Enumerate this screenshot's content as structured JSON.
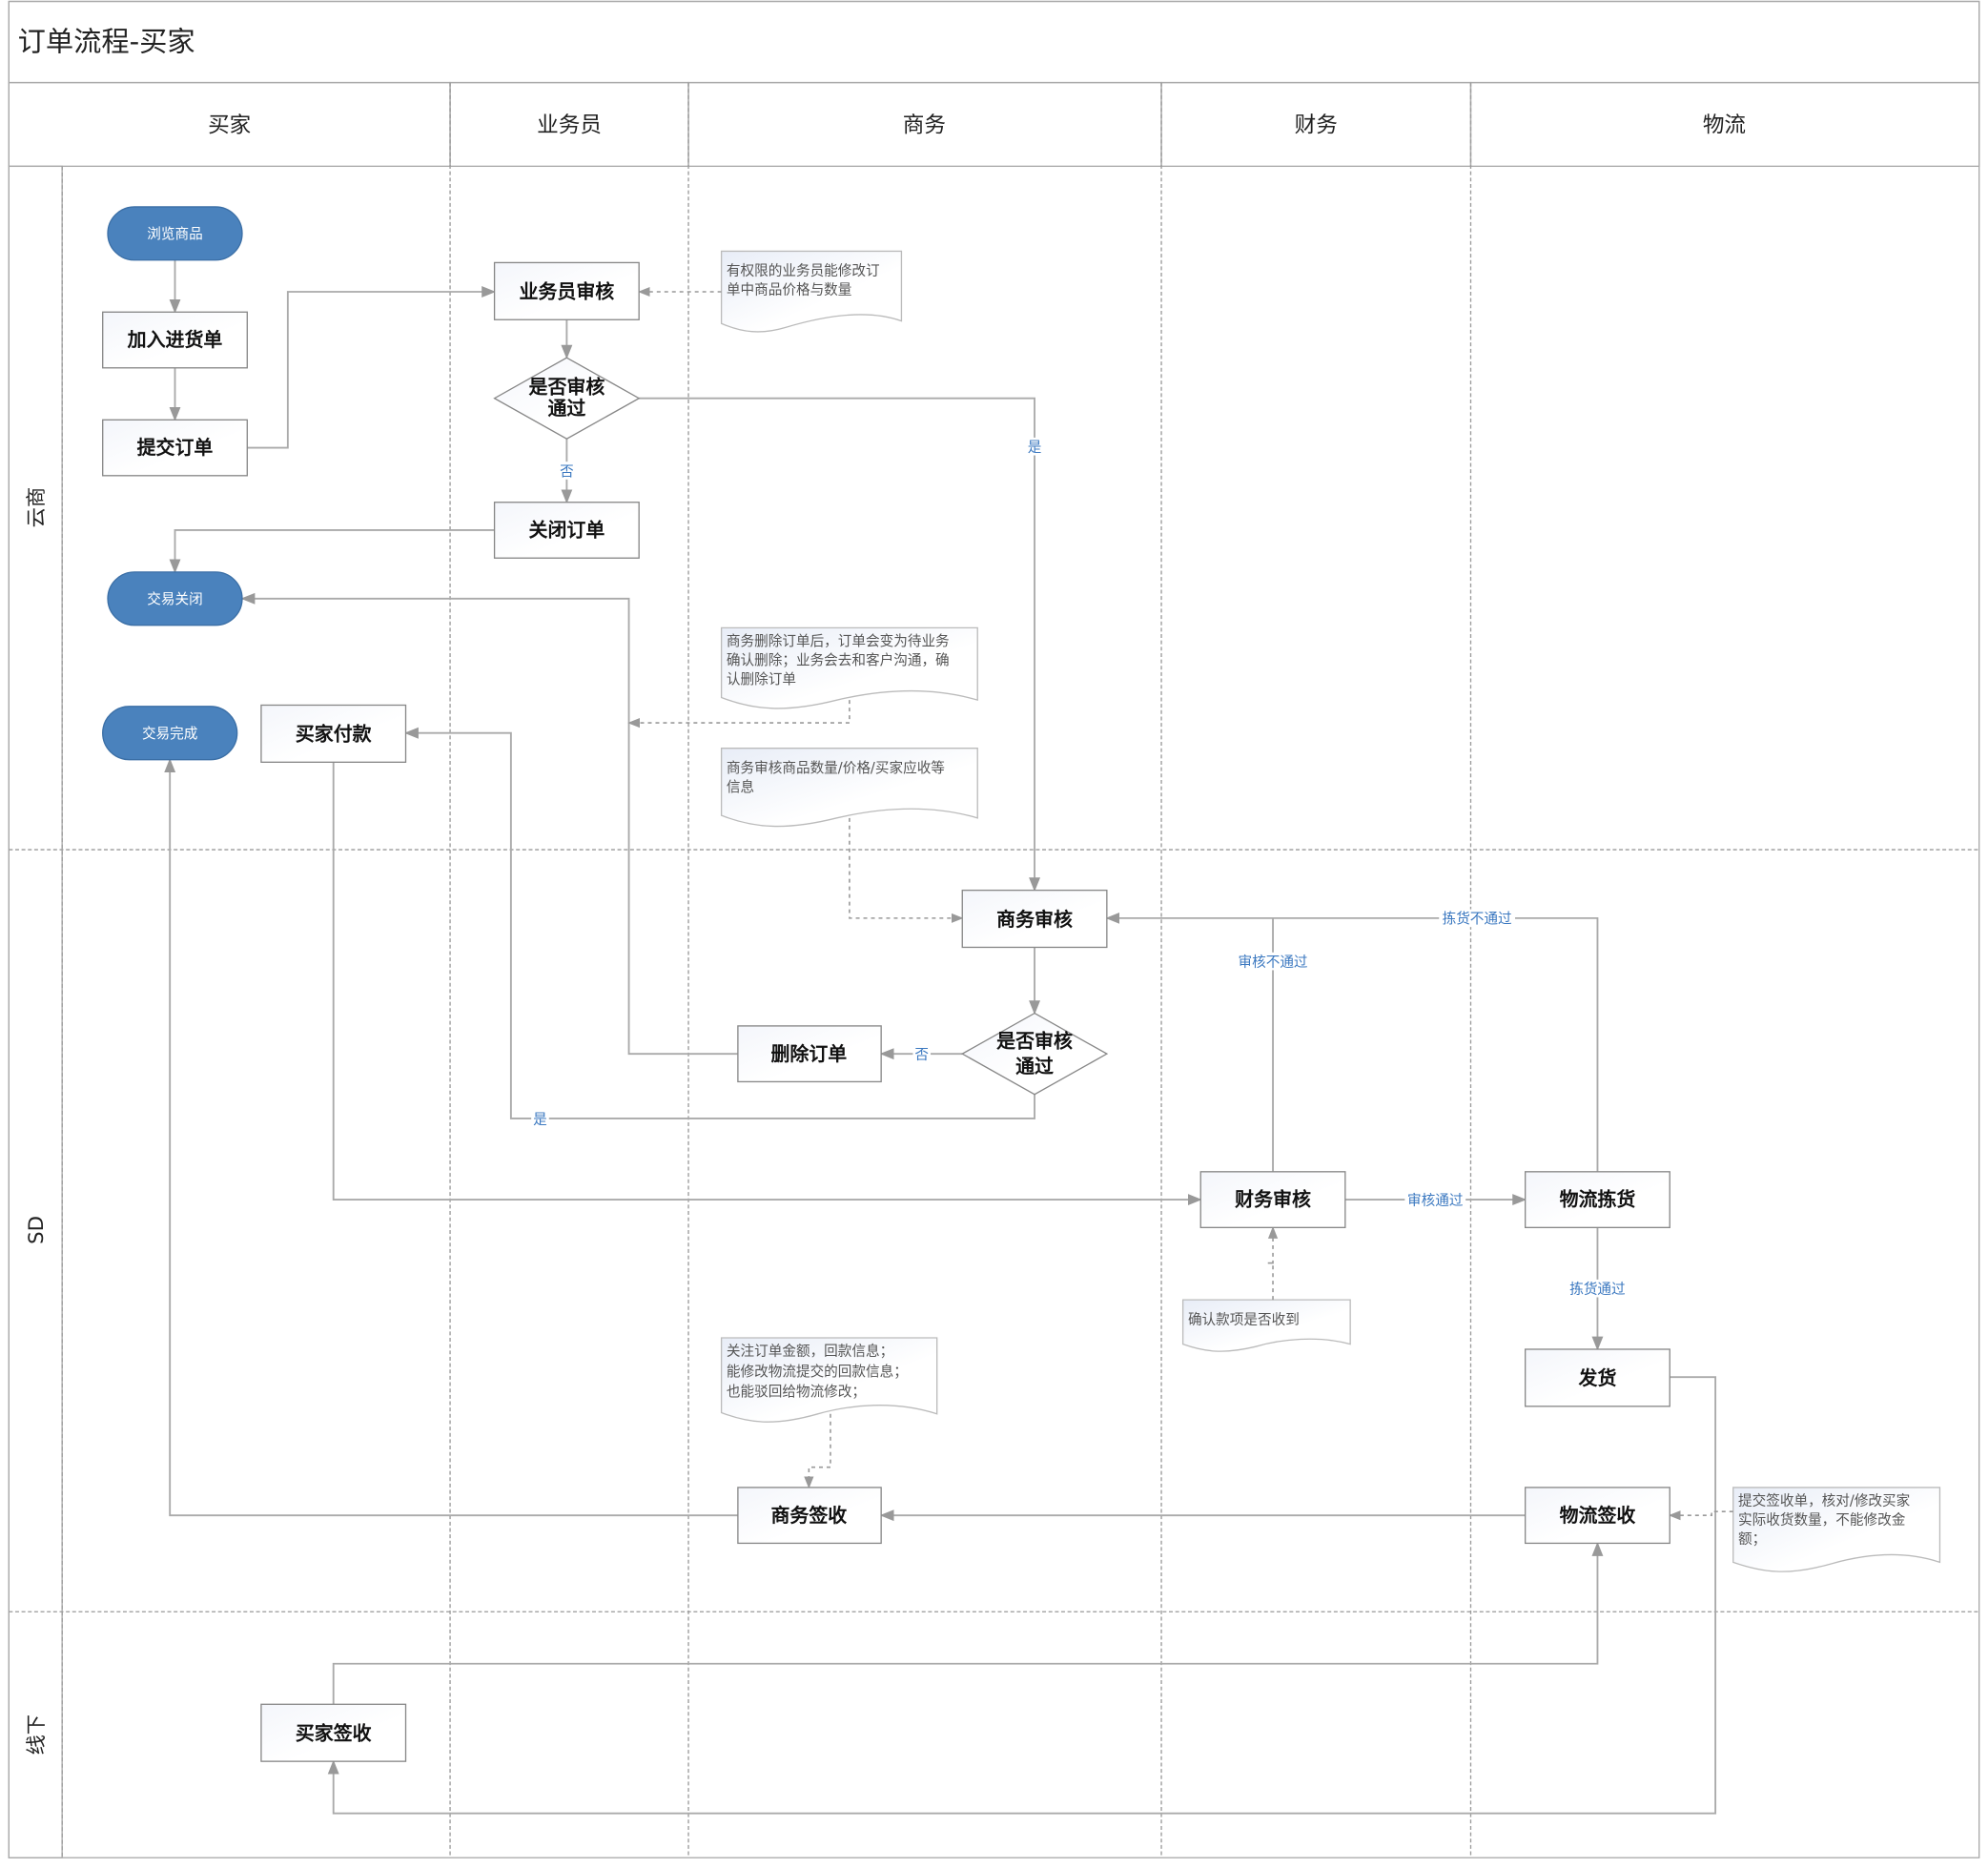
{
  "title": "订单流程-买家",
  "columns": [
    "买家",
    "业务员",
    "商务",
    "财务",
    "物流"
  ],
  "lanes": [
    "云商",
    "SD",
    "线下"
  ],
  "nodes": {
    "browse": "浏览商品",
    "add_cart": "加入进货单",
    "submit_order": "提交订单",
    "sales_review": "业务员审核",
    "decision1": [
      "是否审核",
      "通过"
    ],
    "close_order": "关闭订单",
    "trade_closed": "交易关闭",
    "trade_done": "交易完成",
    "buyer_pay": "买家付款",
    "biz_review": "商务审核",
    "decision2": [
      "是否审核",
      "通过"
    ],
    "delete_order": "删除订单",
    "finance_review": "财务审核",
    "picking": "物流拣货",
    "ship": "发货",
    "logistics_sign": "物流签收",
    "biz_sign": "商务签收",
    "buyer_sign": "买家签收"
  },
  "edge_labels": {
    "no1": "否",
    "yes1": "是",
    "no2": "否",
    "yes2": "是",
    "review_fail": "审核不通过",
    "pick_fail": "拣货不通过",
    "review_pass": "审核通过",
    "pick_pass": "拣货通过"
  },
  "notes": {
    "n1": [
      "有权限的业务员能修改订",
      "单中商品价格与数量"
    ],
    "n2": [
      "商务删除订单后，订单会变为待业务",
      "确认删除；业务会去和客户沟通，确",
      "认删除订单"
    ],
    "n3": [
      "商务审核商品数量/价格/买家应收等",
      "信息"
    ],
    "n4": [
      "确认款项是否收到"
    ],
    "n5": [
      "关注订单金额，回款信息；",
      "能修改物流提交的回款信息；",
      "也能驳回给物流修改；"
    ],
    "n6": [
      "提交签收单，核对/修改买家",
      "实际收货数量，不能修改金",
      "额；"
    ]
  },
  "colors": {
    "pill": "#4a82bd",
    "label": "#3b78c0",
    "edge": "#aaaaaa"
  }
}
